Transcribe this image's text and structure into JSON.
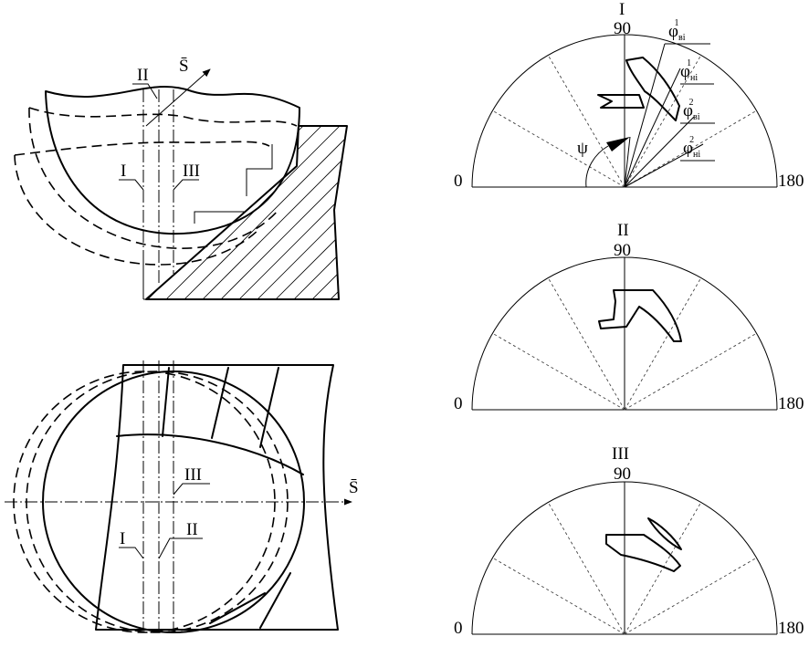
{
  "top_view": {
    "section_labels": [
      "II",
      "I",
      "III"
    ],
    "feed_label": "S̄"
  },
  "bottom_view": {
    "section_labels": [
      "III",
      "I",
      "II"
    ],
    "feed_label": "S̄"
  },
  "polar_diagrams": [
    {
      "title": "I",
      "top_tick": "90",
      "left_tick": "0",
      "right_tick": "180",
      "angle_labels": {
        "phi_b1": {
          "sym": "φ",
          "sub": "ві",
          "sup": "1"
        },
        "phi_n1": {
          "sym": "φ",
          "sub": "ні",
          "sup": "1"
        },
        "phi_b2": {
          "sym": "φ",
          "sub": "ві",
          "sup": "2"
        },
        "phi_n2": {
          "sym": "φ",
          "sub": "ні",
          "sup": "2"
        },
        "psi": "ψ"
      }
    },
    {
      "title": "II",
      "top_tick": "90",
      "left_tick": "0",
      "right_tick": "180"
    },
    {
      "title": "III",
      "top_tick": "90",
      "left_tick": "0",
      "right_tick": "180"
    }
  ]
}
